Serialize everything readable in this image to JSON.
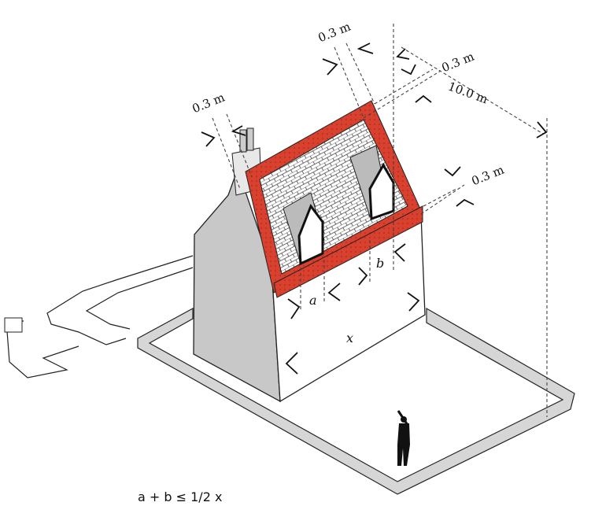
{
  "diagram": {
    "dimensions": {
      "chimney_offset": "0.3 m",
      "ridge_offset": "0.3 m",
      "gable_top_offset": "0.3 m",
      "eave_offset": "0.3 m",
      "distance_to_boundary": "10.0 m"
    },
    "labels": {
      "a": "a",
      "b": "b",
      "x": "x"
    },
    "formula": "a + b ≤ 1/2 x",
    "colors": {
      "roof_trim": "#d9402e",
      "gable_wall": "#c8c8c8",
      "tiles": "#ffffff",
      "outline": "#111111"
    }
  }
}
